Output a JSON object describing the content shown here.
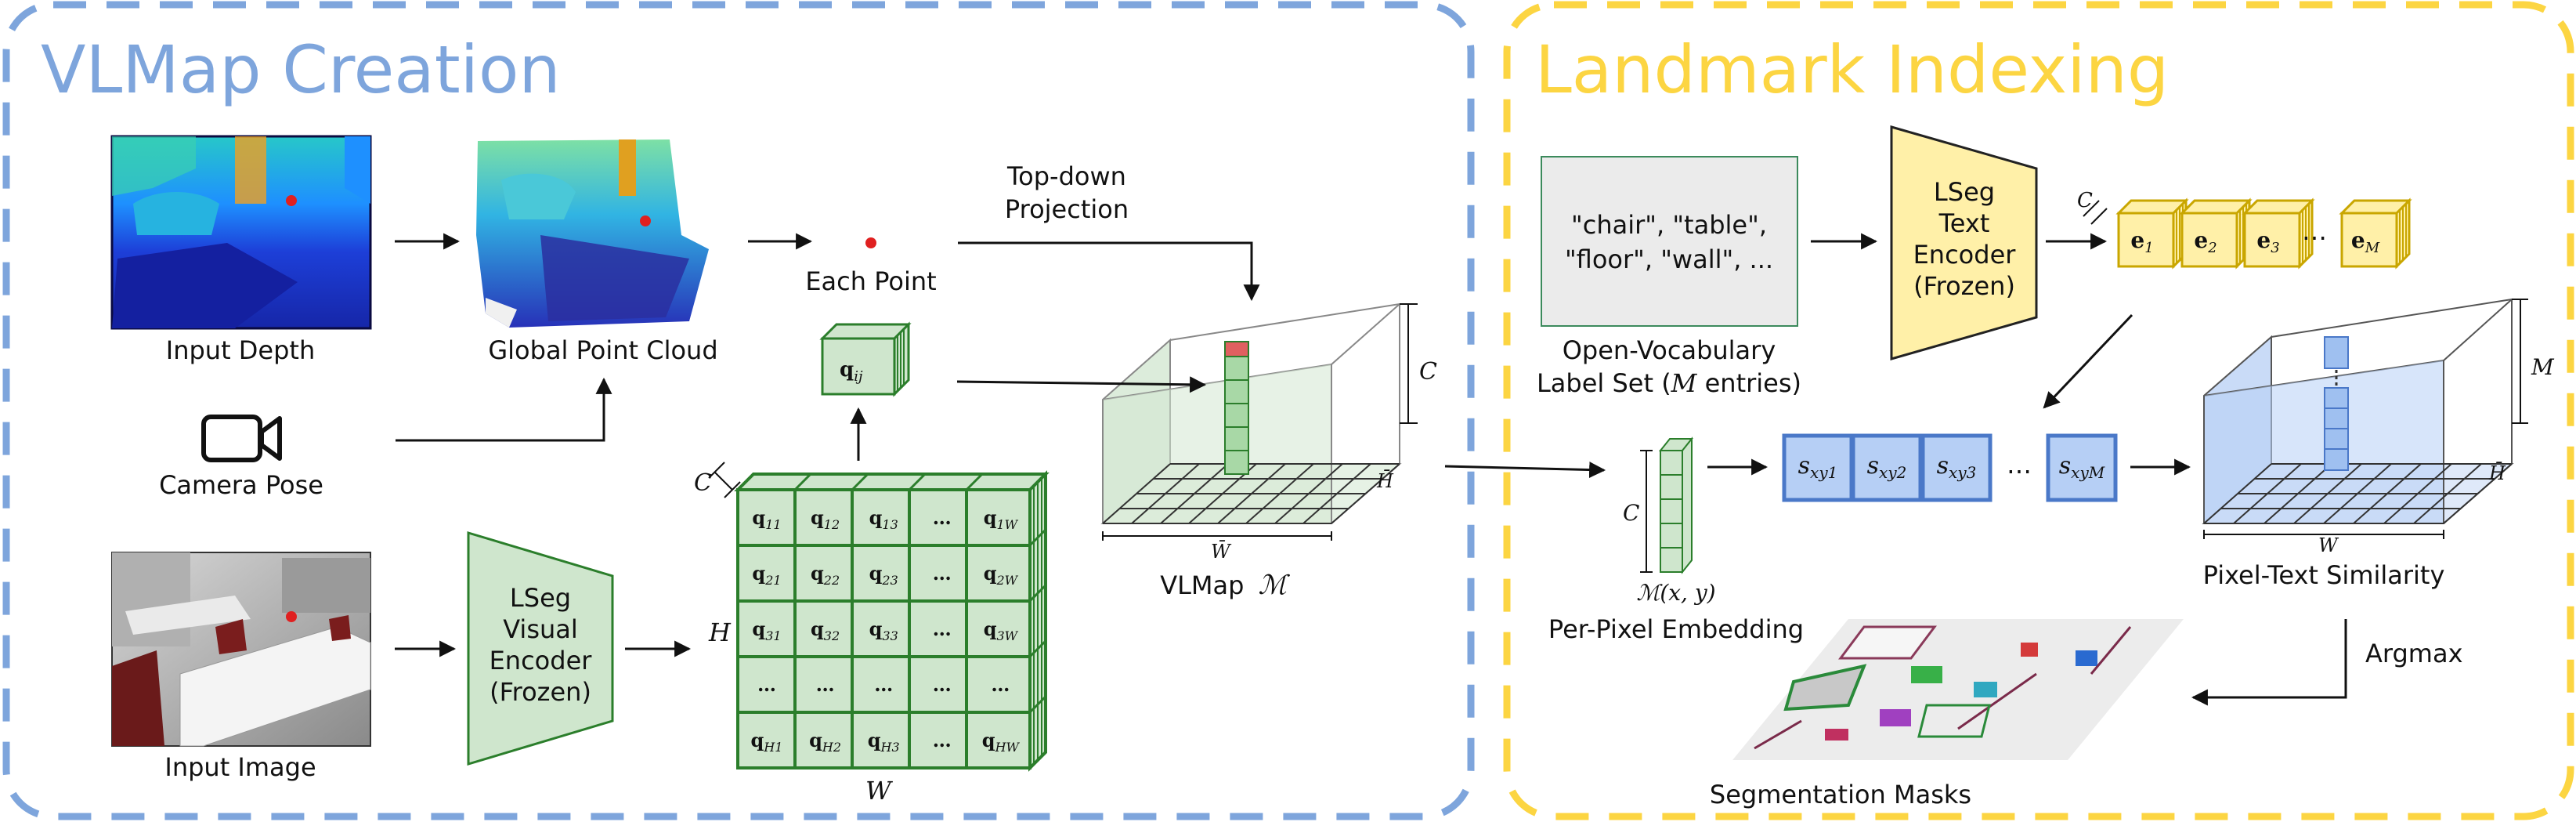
{
  "colors": {
    "creation_accent": "#7ea5dc",
    "indexing_accent": "#fcd542",
    "green_fill": "#cfe6cd",
    "green_stroke": "#2b7e2b",
    "yellow_fill": "#fff0a8",
    "yellow_stroke": "#c9a600",
    "blue_fill": "#b6cff5",
    "blue_stroke": "#4a78c8",
    "point_red": "#e02020"
  },
  "creation": {
    "title": "VLMap Creation",
    "input_depth": "Input Depth",
    "global_point_cloud": "Global Point Cloud",
    "camera_pose": "Camera Pose",
    "input_image": "Input Image",
    "visual_encoder": [
      "LSeg",
      "Visual",
      "Encoder",
      "(Frozen)"
    ],
    "each_point": "Each Point",
    "top_down": [
      "Top-down",
      "Projection"
    ],
    "q_ij": "q",
    "q_ij_sub": "ij",
    "grid_H": "H",
    "grid_W": "W",
    "grid_C": "C",
    "grid_cells": [
      [
        "q11",
        "q12",
        "q13",
        "…",
        "q1W"
      ],
      [
        "q21",
        "q22",
        "q23",
        "…",
        "q2W"
      ],
      [
        "q31",
        "q32",
        "q33",
        "…",
        "q3W"
      ],
      [
        "…",
        "…",
        "…",
        "…",
        "…"
      ],
      [
        "qH1",
        "qH2",
        "qH3",
        "…",
        "qHW"
      ]
    ],
    "vlmap_label": "VLMap",
    "vlmap_symbol": "ℳ",
    "map_C": "C",
    "map_H": "H̄",
    "map_W": "W̄"
  },
  "indexing": {
    "title": "Landmark Indexing",
    "label_set_text": [
      "\"chair\", \"table\",",
      "\"floor\", \"wall\", ..."
    ],
    "label_set_caption": [
      "Open-Vocabulary",
      "Label Set ("
    ],
    "label_set_caption_M": "M",
    "label_set_caption_tail": " entries)",
    "text_encoder": [
      "LSeg",
      "Text",
      "Encoder",
      "(Frozen)"
    ],
    "e_labels": [
      "e1",
      "e2",
      "e3",
      "…",
      "eM"
    ],
    "e_C": "C",
    "embedding_C": "C",
    "embedding_symbol": "ℳ(x, y)",
    "per_pixel": "Per-Pixel Embedding",
    "s_labels": [
      "sxy1",
      "sxy2",
      "sxy3",
      "…",
      "sxyM"
    ],
    "similarity_label": "Pixel-Text Similarity",
    "sim_M": "M",
    "sim_H": "H̄",
    "sim_W": "W̄",
    "argmax": "Argmax",
    "segmentation": "Segmentation Masks"
  }
}
